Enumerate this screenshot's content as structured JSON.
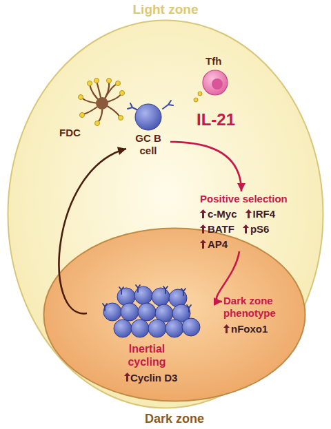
{
  "diagram": {
    "nodes": [
      {
        "text": [
          "Light zone"
        ]
      },
      {
        "text": [
          "Dark zone"
        ],
        "in": 0
      },
      {
        "text": [
          "GC B cell"
        ],
        "in": 0
      },
      {
        "text": [
          "Positive selection"
        ],
        "in": 0
      },
      {
        "text": [
          "Dark zone phenotype"
        ],
        "in": 1
      },
      {
        "text": [
          "Inertial cycling"
        ],
        "in": 1
      }
    ],
    "edges": [
      {
        "from": 2,
        "to": 3,
        "label": "IL-21",
        "arrow": "to"
      },
      {
        "from": 3,
        "to": 4,
        "arrow": "to"
      },
      {
        "from": 5,
        "to": 2,
        "arrow": "to"
      }
    ],
    "labels": [
      "FDC",
      "Tfh",
      "c-Myc",
      "IRF4",
      "BATF",
      "pS6",
      "AP4",
      "nFoxo1",
      "Cyclin D3"
    ]
  }
}
